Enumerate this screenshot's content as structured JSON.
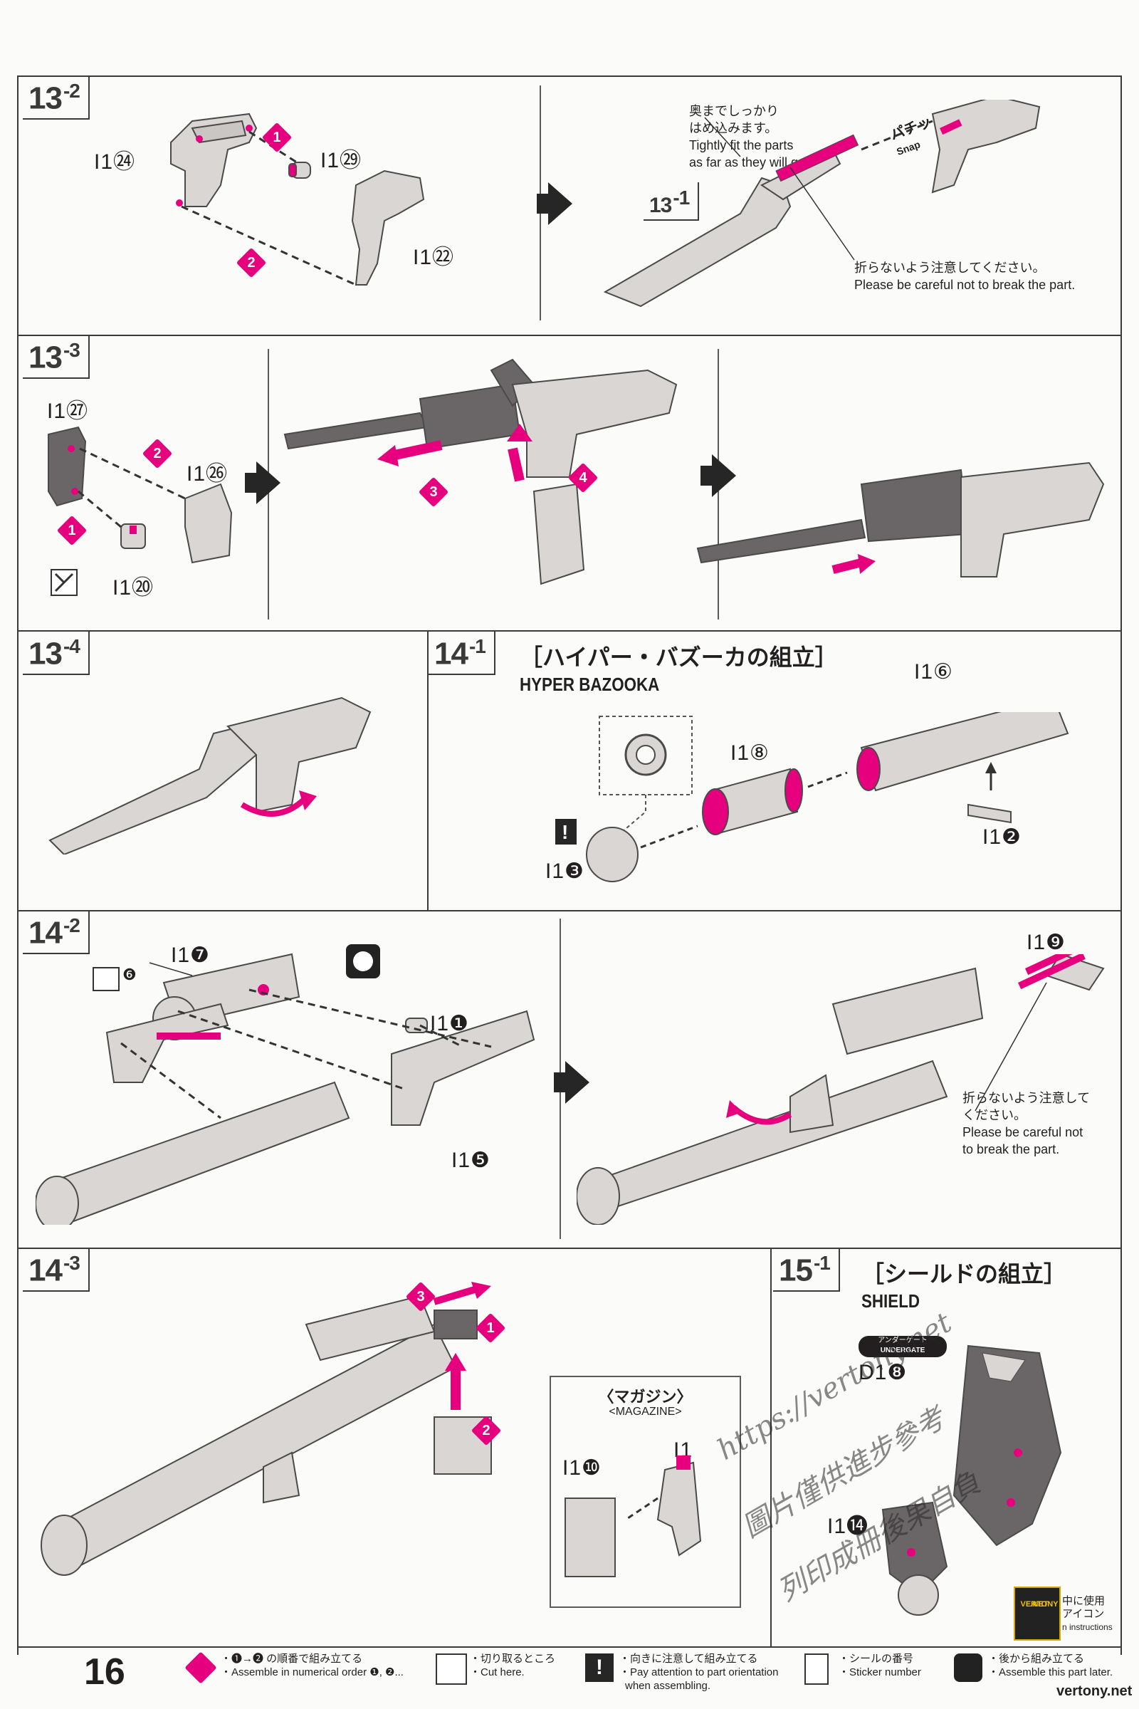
{
  "page_number": "16",
  "steps": {
    "s13_2": {
      "main": "13",
      "sub": "-2"
    },
    "s13_1": {
      "main": "13",
      "sub": "-1"
    },
    "s13_3": {
      "main": "13",
      "sub": "-3"
    },
    "s13_4": {
      "main": "13",
      "sub": "-4"
    },
    "s14_1": {
      "main": "14",
      "sub": "-1"
    },
    "s14_2": {
      "main": "14",
      "sub": "-2"
    },
    "s14_3": {
      "main": "14",
      "sub": "-3"
    },
    "s15_1": {
      "main": "15",
      "sub": "-1"
    }
  },
  "headings": {
    "bazooka_jp": "［ハイパー・バズーカの組立］",
    "bazooka_en": "HYPER BAZOOKA",
    "shield_jp": "［シールドの組立］",
    "shield_en": "SHIELD",
    "magazine_jp": "〈マガジン〉",
    "magazine_en": "<MAGAZINE>"
  },
  "part_labels": {
    "p24": "I1㉔",
    "p29": "I1㉙",
    "p22": "I1㉒",
    "p27": "I1㉗",
    "p26": "I1㉖",
    "p20": "I1⑳",
    "p6": "I1⑥",
    "p8": "I1⑧",
    "p3": "I1❸",
    "p2": "I1❷",
    "p7": "I1❼",
    "p1": "I1❶",
    "p5": "I1❺",
    "p9": "I1❾",
    "p10": "I1❿",
    "p11": "I1",
    "sticker6": "❻",
    "d18": "D1❽",
    "i14": "I1⓮",
    "undergate_jp": "アンダーゲート",
    "undergate_en": "UNDERGATE"
  },
  "notes": {
    "tight_jp1": "奥までしっかり",
    "tight_jp2": "はめ込みます。",
    "tight_en1": "Tightly fit the parts",
    "tight_en2": "as far as they will go.",
    "snap_jp": "パチッ",
    "snap_en": "Snap",
    "careful_jp": "折らないよう注意してください。",
    "careful_en": "Please be careful not to break the part.",
    "careful2_jp1": "折らないよう注意して",
    "careful2_jp2": "ください。",
    "careful2_en1": "Please be careful not",
    "careful2_en2": "to break the part."
  },
  "badges": [
    "1",
    "2",
    "3",
    "4"
  ],
  "legend": [
    {
      "jp": "・❶→❷ の順番で組み立てる",
      "en": "・Assemble in numerical order ❶, ❷..."
    },
    {
      "jp": "・切り取るところ",
      "en": "・Cut here."
    },
    {
      "jp": "・向きに注意して組み立てる",
      "en": "・Pay attention to part orientation",
      "en2": "when assembling."
    },
    {
      "jp": "・シールの番号",
      "en": "・Sticker number"
    },
    {
      "jp": "・後から組み立てる",
      "en": "・Assemble this part later."
    }
  ],
  "side_note": {
    "line1": "中に使用",
    "line2": "アイコン",
    "line3": "n instructions"
  },
  "logo_text": {
    "line1": "VERTONY",
    "line2": ".NET"
  },
  "site": "vertony.net",
  "watermark": {
    "line1": "https://vertony.net",
    "line2": "圖片僅供進步參考",
    "line3": "列印成冊後果自負"
  },
  "colors": {
    "accent": "#e6007e",
    "line": "#3a3a3a",
    "part": "#d9d6d4",
    "part_dark": "#6a6667"
  }
}
